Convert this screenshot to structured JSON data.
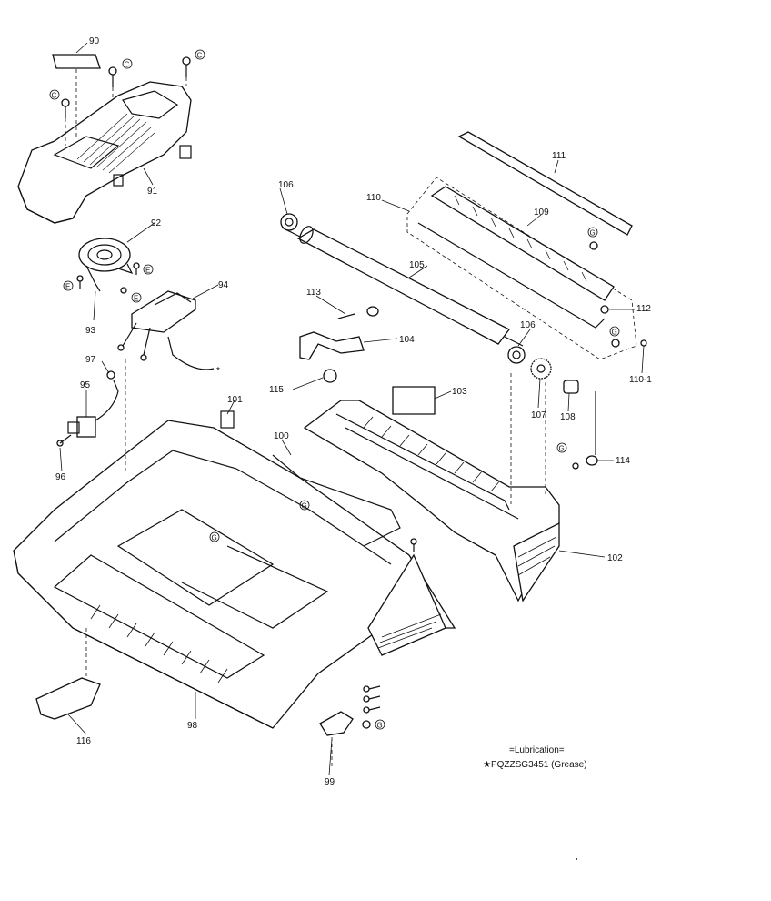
{
  "parts": [
    "90",
    "91",
    "92",
    "93",
    "94",
    "95",
    "96",
    "97",
    "98",
    "99",
    "100",
    "101",
    "102",
    "103",
    "104",
    "105",
    "106",
    "106",
    "107",
    "108",
    "109",
    "110",
    "110-1",
    "111",
    "112",
    "113",
    "114",
    "115",
    "116"
  ],
  "screw_marks": [
    "C",
    "C",
    "C",
    "E",
    "E",
    "E",
    "G",
    "G",
    "G",
    "G",
    "G",
    "G"
  ],
  "star_mark": "*",
  "lubrication": {
    "heading": "=Lubrication=",
    "item": "★PQZZSG3451 (Grease)"
  },
  "colors": {
    "ink": "#111111",
    "paper": "#ffffff"
  }
}
